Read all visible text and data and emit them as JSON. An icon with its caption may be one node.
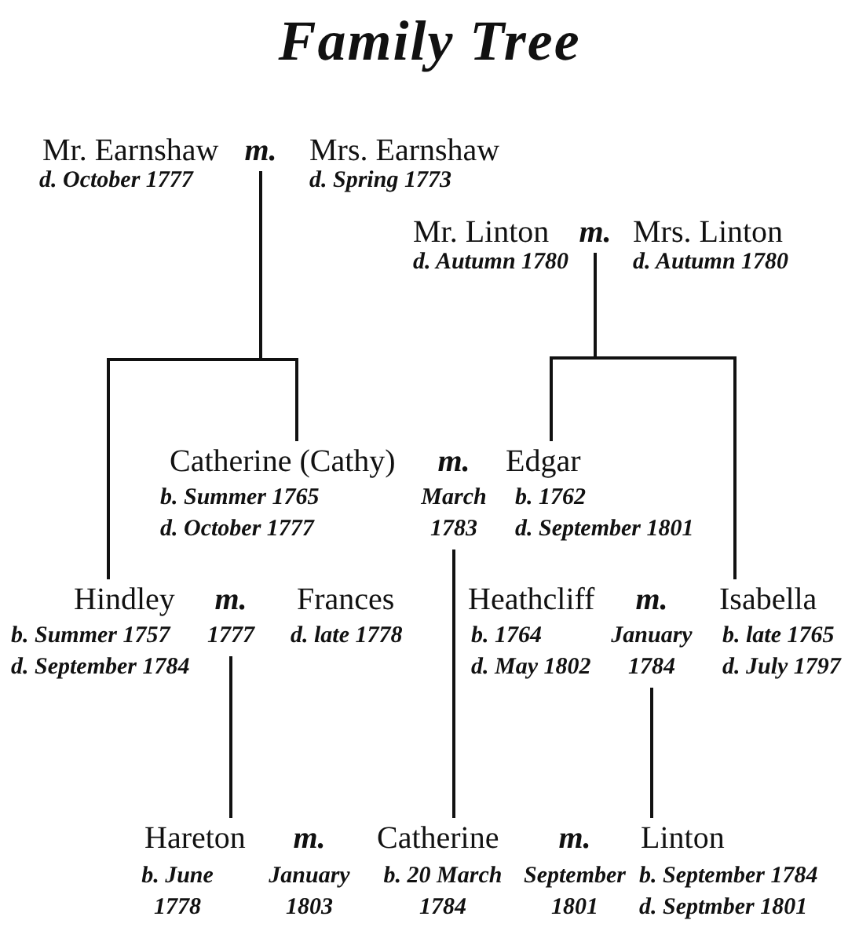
{
  "diagram": {
    "title": "Family Tree",
    "nodes": [
      {
        "text": [
          "Mr. Earnshaw",
          "d. October 1777"
        ]
      },
      {
        "text": [
          "m."
        ]
      },
      {
        "text": [
          "Mrs. Earnshaw",
          "d. Spring 1773"
        ]
      },
      {
        "text": [
          "Mr. Linton",
          "d. Autumn 1780"
        ]
      },
      {
        "text": [
          "m."
        ]
      },
      {
        "text": [
          "Mrs. Linton",
          "d. Autumn 1780"
        ]
      },
      {
        "text": [
          "Catherine (Cathy)",
          "b. Summer 1765",
          "d. October 1777"
        ]
      },
      {
        "text": [
          "m.",
          "March 1783"
        ]
      },
      {
        "text": [
          "Edgar",
          "b. 1762",
          "d. September 1801"
        ]
      },
      {
        "text": [
          "Hindley",
          "b. Summer 1757",
          "d. September 1784"
        ]
      },
      {
        "text": [
          "m.",
          "1777"
        ]
      },
      {
        "text": [
          "Frances",
          "d. late 1778"
        ]
      },
      {
        "text": [
          "Heathcliff",
          "b. 1764",
          "d. May 1802"
        ]
      },
      {
        "text": [
          "m.",
          "January 1784"
        ]
      },
      {
        "text": [
          "Isabella",
          "b. late 1765",
          "d. July 1797"
        ]
      },
      {
        "text": [
          "Hareton",
          "b. June 1778"
        ]
      },
      {
        "text": [
          "m.",
          "January 1803"
        ]
      },
      {
        "text": [
          "Catherine",
          "b. 20 March 1784"
        ]
      },
      {
        "text": [
          "m.",
          "September 1801"
        ]
      },
      {
        "text": [
          "Linton",
          "b. September 1784",
          "d. Septmber 1801"
        ]
      }
    ],
    "edges": [
      {
        "from": 1,
        "to": 9,
        "arrow": "none"
      },
      {
        "from": 1,
        "to": 6,
        "arrow": "none"
      },
      {
        "from": 4,
        "to": 8,
        "arrow": "none"
      },
      {
        "from": 4,
        "to": 14,
        "arrow": "none"
      },
      {
        "from": 7,
        "to": 17,
        "arrow": "none"
      },
      {
        "from": 10,
        "to": 15,
        "arrow": "none"
      },
      {
        "from": 13,
        "to": 19,
        "arrow": "none"
      }
    ]
  }
}
